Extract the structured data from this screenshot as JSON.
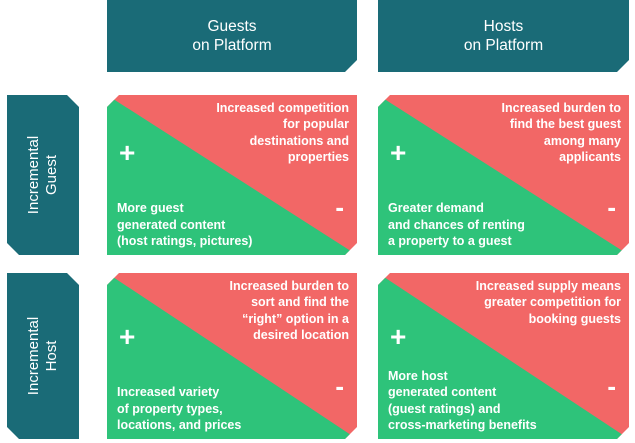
{
  "columns": {
    "guests": "Guests\non Platform",
    "hosts": "Hosts\non Platform"
  },
  "rows": {
    "guest": "Incremental\nGuest",
    "host": "Incremental\nHost"
  },
  "signs": {
    "plus": "+",
    "minus": "-"
  },
  "cells": {
    "guest_guests": {
      "negative": "Increased competition\nfor popular\ndestinations and\nproperties",
      "positive": "More guest\ngenerated content\n(host ratings, pictures)"
    },
    "guest_hosts": {
      "negative": "Increased burden to\nfind the best guest\namong many\napplicants",
      "positive": "Greater demand\nand chances of renting\na property to a guest"
    },
    "host_guests": {
      "negative": "Increased burden to\nsort and find the\n“right” option in a\ndesired location",
      "positive": "Increased variety\nof property types,\nlocations, and prices"
    },
    "host_hosts": {
      "negative": "Increased supply means\ngreater competition for\nbooking guests",
      "positive": "More host\ngenerated content\n(guest ratings) and\ncross-marketing benefits"
    }
  },
  "colors": {
    "header": "#1a6b77",
    "positive": "#2ec37a",
    "negative": "#f26766"
  }
}
